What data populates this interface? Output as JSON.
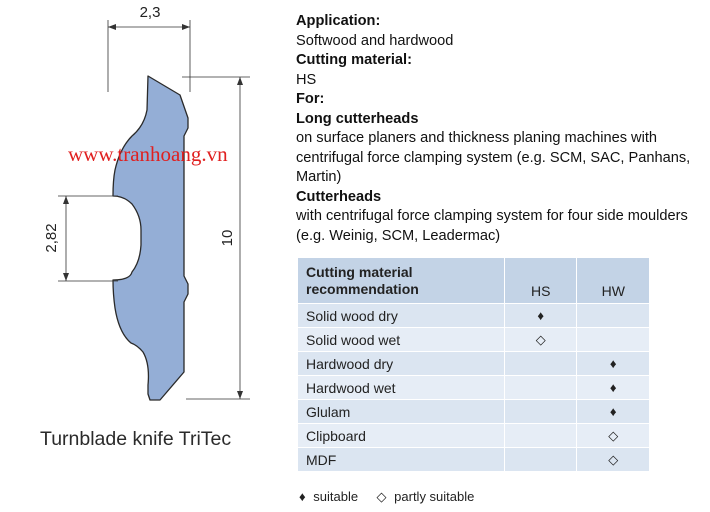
{
  "drawing": {
    "dim_width": "2,3",
    "dim_height": "10",
    "dim_radius": "2,82",
    "profile_fill": "#94aed6",
    "caption": "Turnblade knife TriTec"
  },
  "watermark": "www.tranhoang.vn",
  "description": {
    "application_heading": "Application:",
    "application_text": "Softwood and hardwood",
    "cutting_material_heading": "Cutting material:",
    "cutting_material_text": "HS",
    "for_heading": "For:",
    "long_cutterheads_heading": "Long cutterheads",
    "long_cutterheads_text": "on surface planers and thickness planing machines with centrifugal force clamping system (e.g. SCM, SAC, Panhans, Martin)",
    "cutterheads_heading": "Cutterheads",
    "cutterheads_text": "with centrifugal force clamping system for four side moulders (e.g. Weinig, SCM, Leadermac)"
  },
  "table": {
    "header_line1": "Cutting material",
    "header_line2": "recommendation",
    "col_hs": "HS",
    "col_hw": "HW",
    "rows": [
      {
        "name": "Solid wood dry",
        "hs": "♦",
        "hw": ""
      },
      {
        "name": "Solid wood wet",
        "hs": "◇",
        "hw": ""
      },
      {
        "name": "Hardwood dry",
        "hs": "",
        "hw": "♦"
      },
      {
        "name": "Hardwood wet",
        "hs": "",
        "hw": "♦"
      },
      {
        "name": "Glulam",
        "hs": "",
        "hw": "♦"
      },
      {
        "name": "Clipboard",
        "hs": "",
        "hw": "◇"
      },
      {
        "name": "MDF",
        "hs": "",
        "hw": "◇"
      }
    ]
  },
  "legend": {
    "suitable_symbol": "♦",
    "suitable_label": "suitable",
    "partly_symbol": "◇",
    "partly_label": "partly suitable"
  }
}
